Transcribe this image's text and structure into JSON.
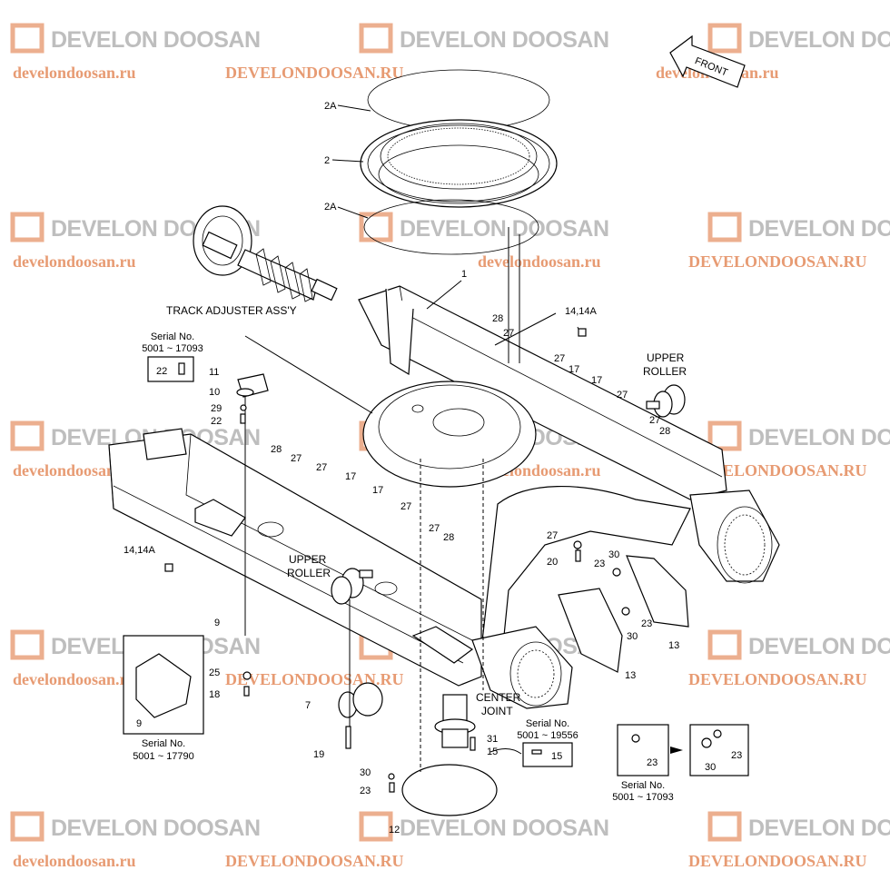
{
  "watermarks": {
    "brand": "DEVELON DOOSAN",
    "url_lower": "develondoosan.ru",
    "url_upper": "DEVELONDOOSAN.RU",
    "logo_color": "#e07a45",
    "brand_color": "#8a8a8a"
  },
  "front_arrow": "FRONT",
  "titles": {
    "track_adjuster": "TRACK ADJUSTER ASS'Y",
    "upper_roller_right": [
      "UPPER",
      "ROLLER"
    ],
    "upper_roller_center": [
      "UPPER",
      "ROLLER"
    ],
    "center_joint": [
      "CENTER",
      "JOINT"
    ]
  },
  "callouts": {
    "c2a_top": "2A",
    "c2": "2",
    "c2a_bottom": "2A",
    "c1": "1",
    "c28_a": "28",
    "c27_a": "27",
    "c14_right": "14,14A",
    "c27_b": "27",
    "c17_a": "17",
    "c17_b": "17",
    "c27_c": "27",
    "c27_d": "27",
    "c28_b": "28",
    "c11": "11",
    "c10": "10",
    "c29": "29",
    "c22_b": "22",
    "c28_c": "28",
    "c27_e": "27",
    "c27_f": "27",
    "c17_c": "17",
    "c17_d": "17",
    "c27_g": "27",
    "c27_h": "27",
    "c28_d": "28",
    "c27_i": "27",
    "c20": "20",
    "c30_a": "30",
    "c23_a": "23",
    "c14_left": "14,14A",
    "c23_b": "23",
    "c30_b": "30",
    "c13_a": "13",
    "c13_b": "13",
    "c9_a": "9",
    "c25": "25",
    "c18": "18",
    "c7": "7",
    "c19": "19",
    "c31": "31",
    "c15_a": "15",
    "c30_c": "30",
    "c23_c": "23",
    "c12": "12"
  },
  "serial_boxes": {
    "box22": {
      "title": "Serial No.",
      "range": "5001 ~ 17093",
      "part": "22"
    },
    "box9": {
      "title": "Serial No.",
      "range": "5001 ~ 17790",
      "part": "9"
    },
    "box15": {
      "title": "Serial No.",
      "range": "5001 ~ 19556",
      "part": "15"
    },
    "box23": {
      "title": "Serial No.",
      "range": "5001 ~ 17093",
      "part_left": "23",
      "part_right_a": "23",
      "part_right_b": "30"
    }
  }
}
